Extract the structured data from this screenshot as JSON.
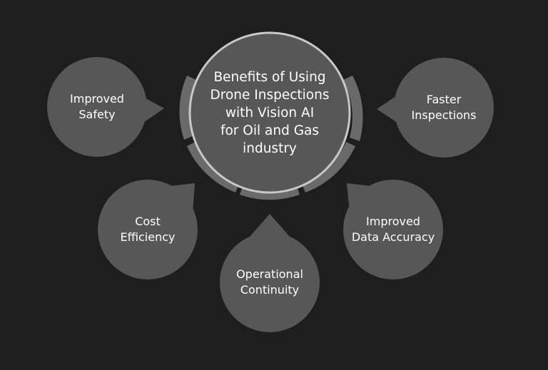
{
  "colors": {
    "background": "#1e1e1e",
    "circle_fill": "#575757",
    "ring_fill": "#6a6a6a",
    "ring_stroke": "#c8c8c8",
    "text": "#ffffff"
  },
  "center": {
    "title": "Benefits of Using Drone Inspections with Vision AI for Oil and Gas industry",
    "lines": [
      "Benefits of Using",
      "Drone Inspections",
      "with Vision AI",
      "for Oil and Gas",
      "industry"
    ]
  },
  "benefits": [
    {
      "lines": [
        "Improved",
        "Safety"
      ]
    },
    {
      "lines": [
        "Faster",
        "Inspections"
      ]
    },
    {
      "lines": [
        "Cost",
        "Efficiency"
      ]
    },
    {
      "lines": [
        "Improved",
        "Data Accuracy"
      ]
    },
    {
      "lines": [
        "Operational",
        "Continuity"
      ]
    }
  ]
}
